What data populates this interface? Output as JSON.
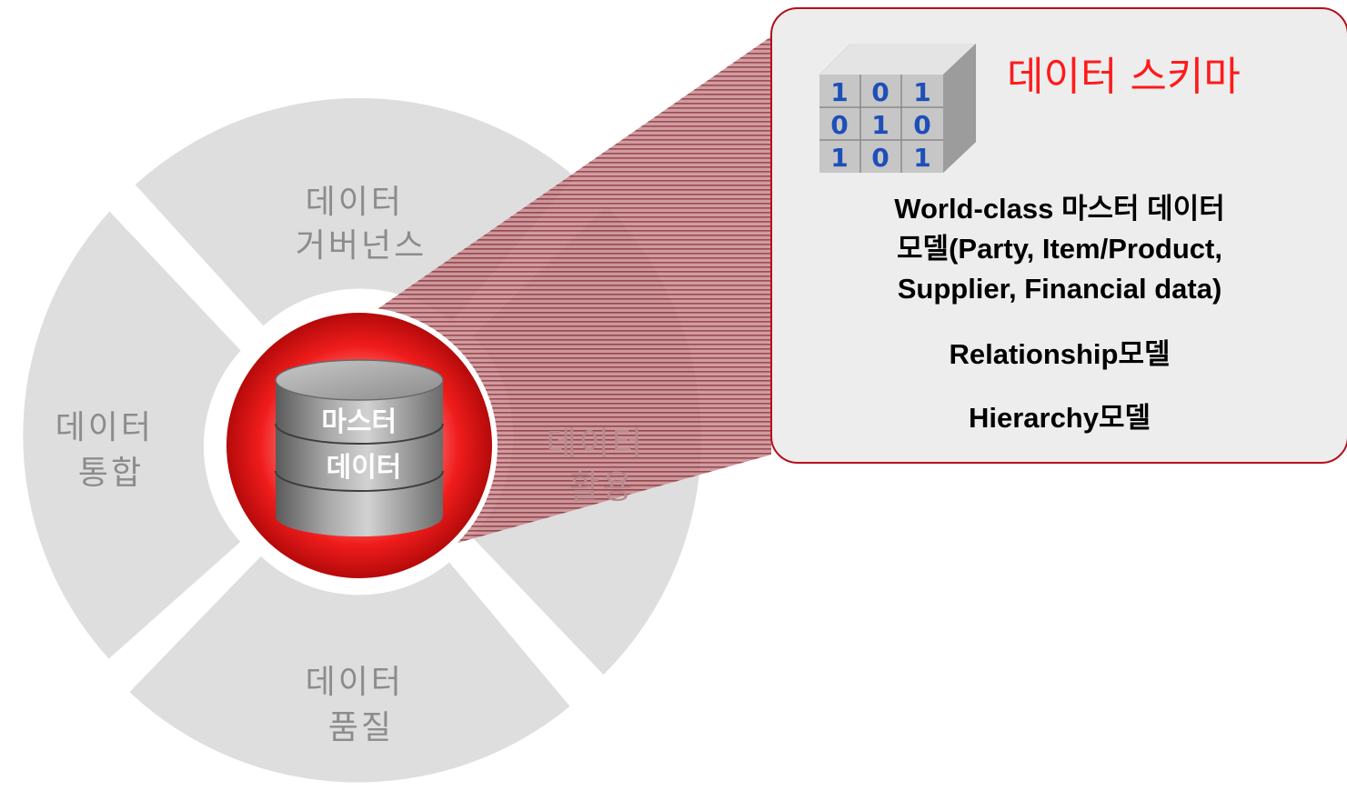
{
  "colors": {
    "ring": "#dedede",
    "ring_text": "#8c8c8c",
    "accent_red": "#ff1a1a",
    "dark_red": "#b40f1c",
    "callout_bg": "#ededed",
    "db_gray": "#8a8a8a"
  },
  "cycle": {
    "top": [
      "데이터",
      "거버넌스"
    ],
    "left": [
      "데이터",
      "통합"
    ],
    "right": [
      "데이터",
      "활용"
    ],
    "bottom": [
      "데이터",
      "품질"
    ]
  },
  "center": {
    "icon": "database-icon",
    "label": [
      "마스터",
      "데이터"
    ]
  },
  "callout": {
    "icon": "binary-cube-icon",
    "title": "데이터 스키마",
    "lines": [
      "World-class 마스터 데이터",
      "모델(Party, Item/Product,",
      "Supplier, Financial data)",
      "Relationship모델",
      "Hierarchy모델"
    ]
  }
}
